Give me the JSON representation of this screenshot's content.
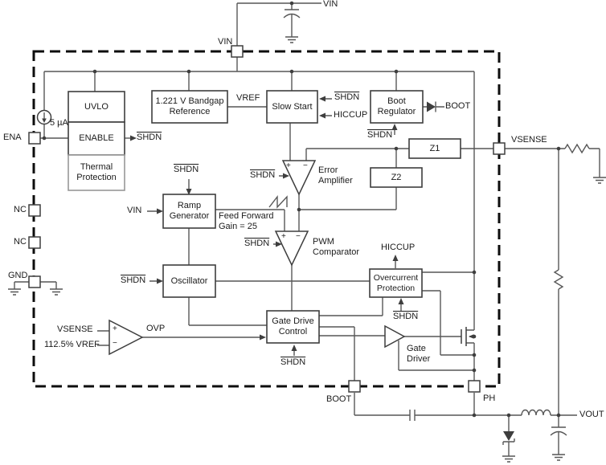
{
  "pins": {
    "vin": "VIN",
    "ena": "ENA",
    "nc": "NC",
    "gnd": "GND",
    "vsense": "VSENSE",
    "boot": "BOOT",
    "ph": "PH"
  },
  "nets": {
    "vin": "VIN",
    "vout": "VOUT",
    "boot": "BOOT",
    "vref": "VREF",
    "shdn": "SHDN",
    "hiccup": "HICCUP",
    "ovp": "OVP",
    "vsense": "VSENSE"
  },
  "labels": {
    "ena_current": "5 µA",
    "ovp_threshold": "112.5% VREF",
    "feed_forward": "Feed Forward\nGain = 25",
    "plus": "+",
    "minus": "−"
  },
  "blocks": {
    "uvlo": "UVLO",
    "enable": "ENABLE",
    "thermal": "Thermal\nProtection",
    "bandgap": "1.221 V Bandgap\nReference",
    "slow_start": "Slow Start",
    "boot_reg": "Boot\nRegulator",
    "z1": "Z1",
    "z2": "Z2",
    "ramp": "Ramp\nGenerator",
    "oscillator": "Oscillator",
    "ocp": "Overcurrent\nProtection",
    "gdc": "Gate Drive\nControl"
  },
  "amps": {
    "error": "Error\nAmplifier",
    "pwm": "PWM\nComparator",
    "gate_driver": "Gate\nDriver"
  }
}
